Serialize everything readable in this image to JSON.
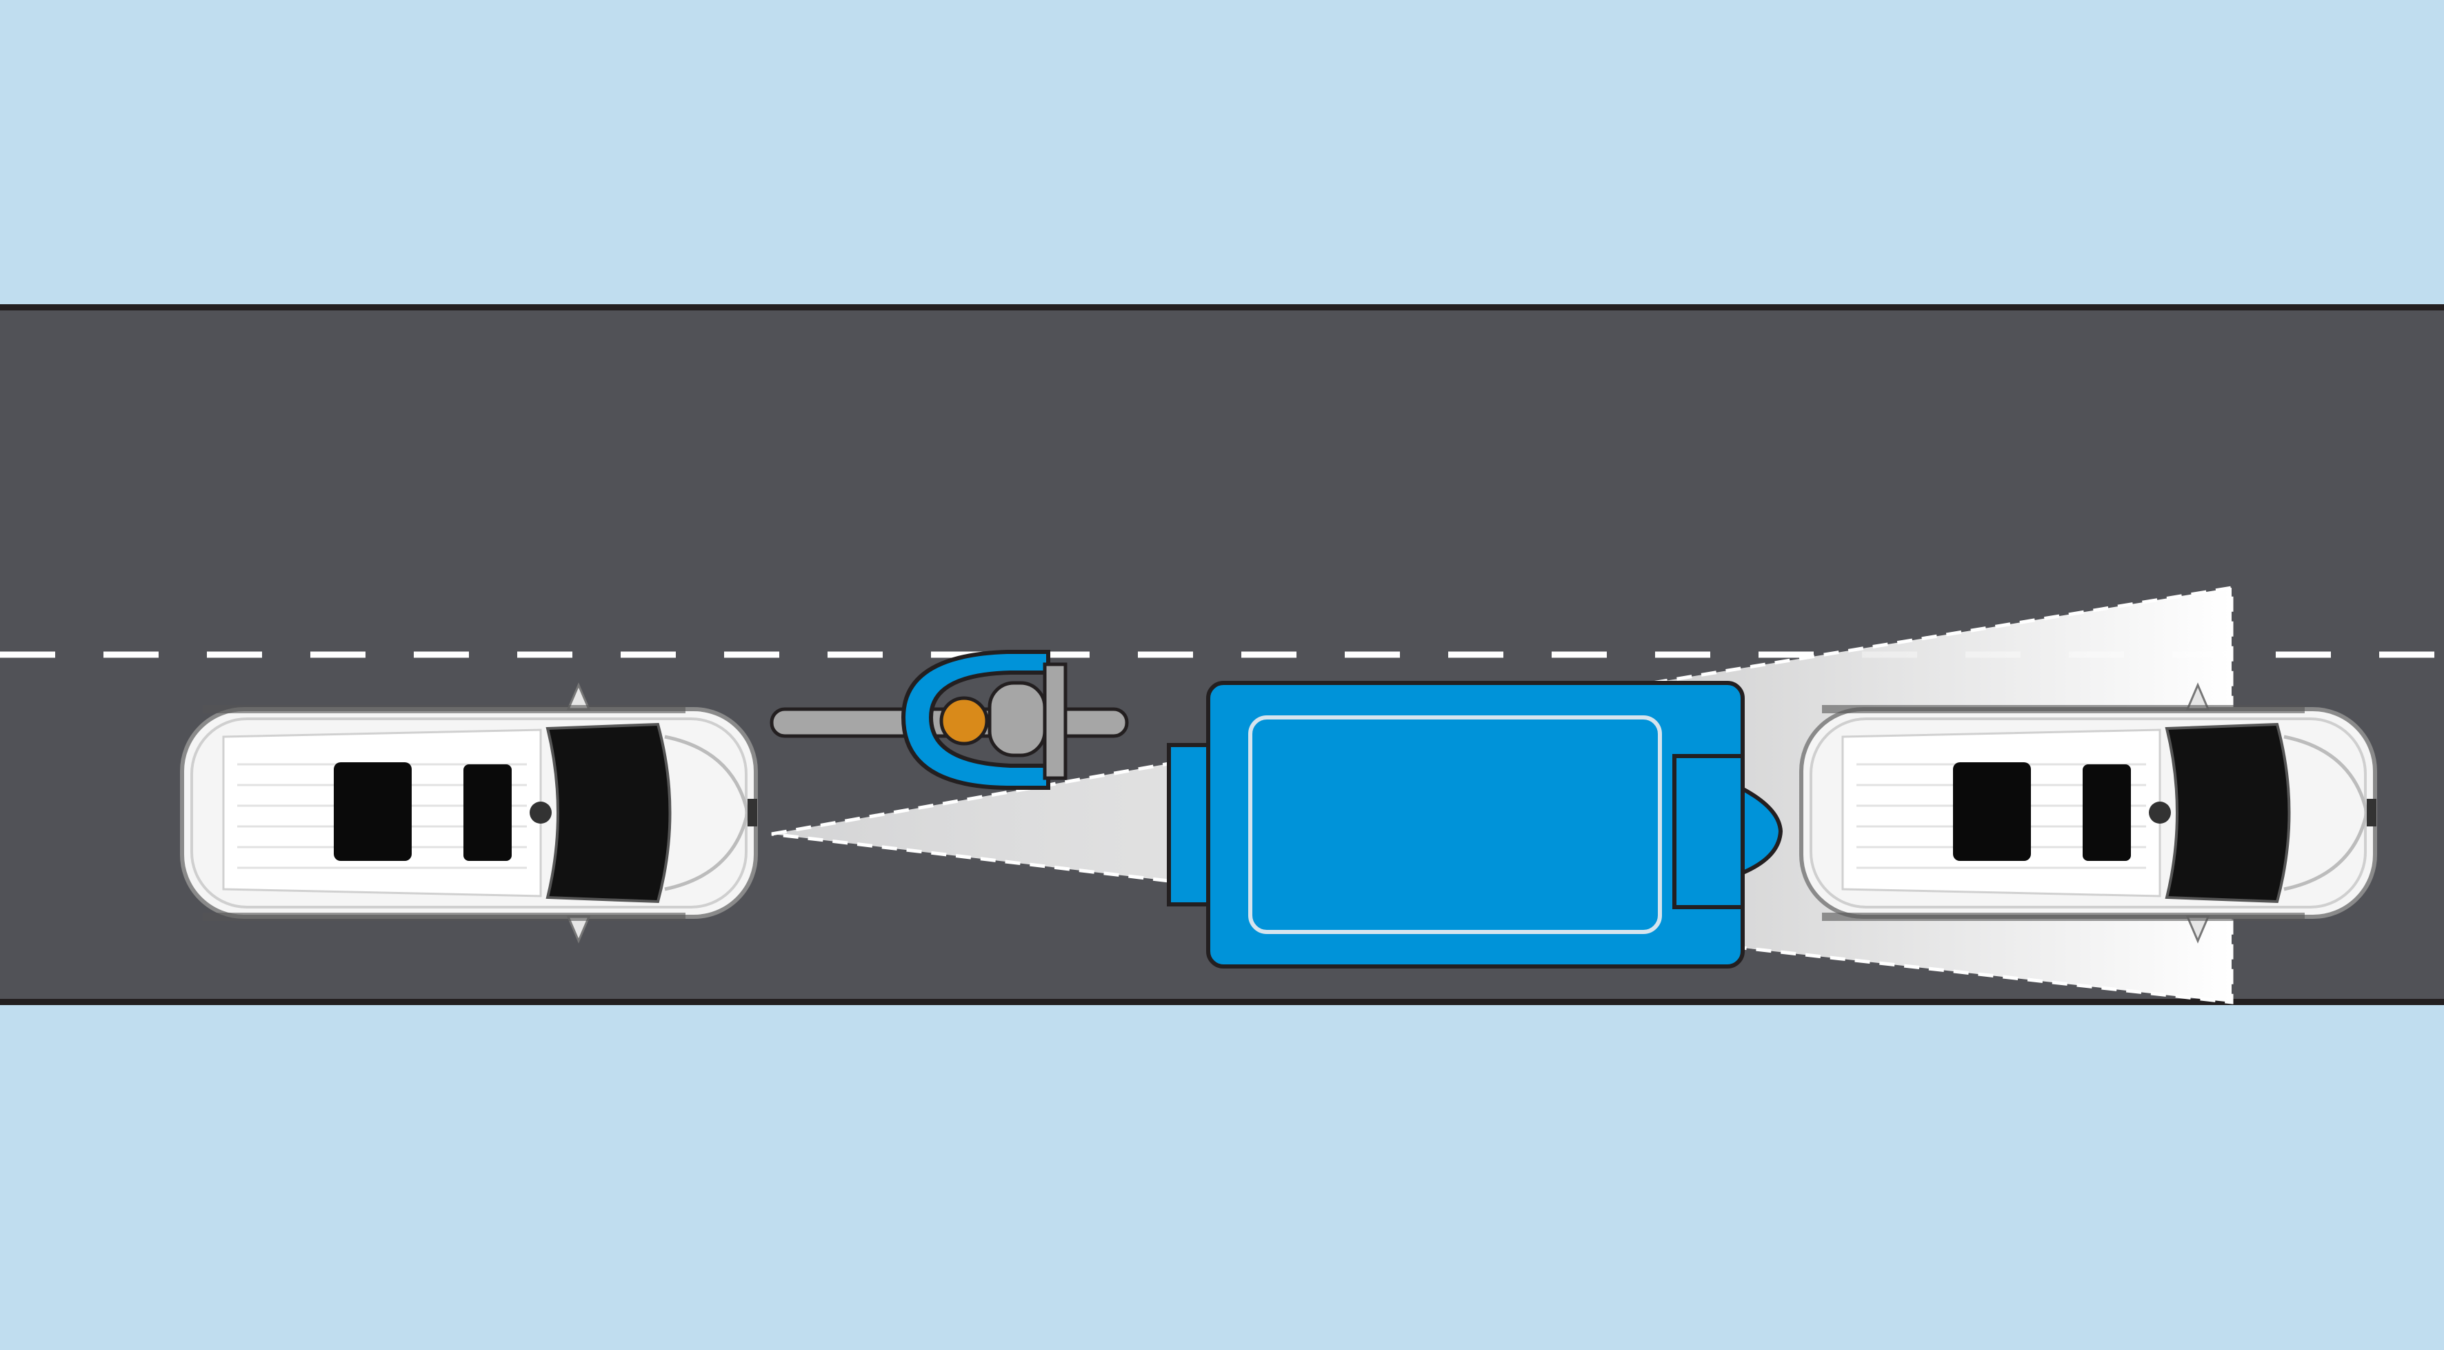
{
  "colors": {
    "background": "#c0ddef",
    "road": "#515257",
    "road_edge": "#231f20",
    "lane_marking": "#ffffff",
    "truck": "#0093d9",
    "rider": "#d98a1a",
    "car_body": "#f4f4f4"
  },
  "scene": {
    "vehicles": [
      "car-rear",
      "motorcycle",
      "truck",
      "car-front"
    ]
  }
}
